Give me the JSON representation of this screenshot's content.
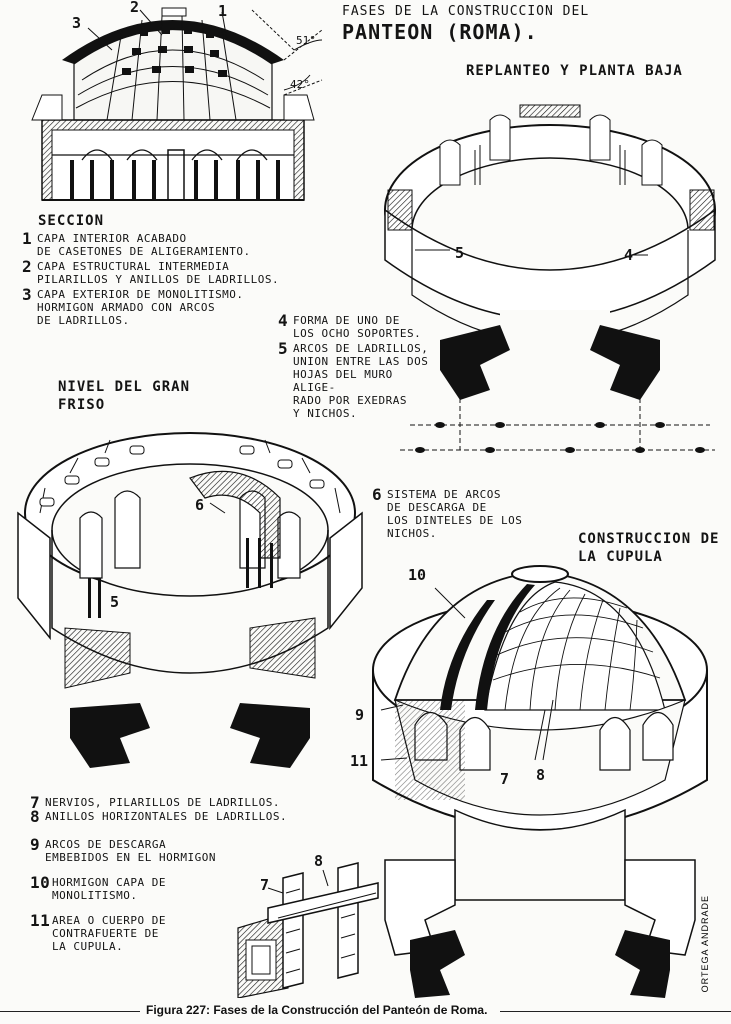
{
  "header": {
    "title_line1": "FASES DE LA CONSTRUCCION DEL",
    "title_line2": "PANTEON (ROMA)."
  },
  "section_heading": "SECCION",
  "section_angles": {
    "upper": "51°",
    "lower": "42°"
  },
  "section_markers": [
    "1",
    "2",
    "3"
  ],
  "section_legend": [
    {
      "num": "1",
      "text": "CAPA INTERIOR ACABADO\nDE CASETONES DE ALIGERAMIENTO."
    },
    {
      "num": "2",
      "text": "CAPA ESTRUCTURAL INTERMEDIA\nPILARILLOS Y ANILLOS DE LADRILLOS."
    },
    {
      "num": "3",
      "text": "CAPA EXTERIOR DE MONOLITISMO.\nHORMIGON ARMADO CON ARCOS\nDE LADRILLOS."
    }
  ],
  "plan_heading": "REPLANTEO Y PLANTA BAJA",
  "plan_markers": [
    "5",
    "4"
  ],
  "plan_legend": [
    {
      "num": "4",
      "text": "FORMA DE UNO DE\nLOS OCHO SOPORTES."
    },
    {
      "num": "5",
      "text": "ARCOS DE LADRILLOS,\nUNION ENTRE LAS DOS\nHOJAS DEL MURO ALIGE-\nRADO POR EXEDRAS\nY NICHOS."
    }
  ],
  "frieze_heading": "NIVEL DEL GRAN\nFRISO",
  "frieze_markers": [
    "6",
    "5"
  ],
  "frieze_legend": [
    {
      "num": "6",
      "text": "SISTEMA DE ARCOS\nDE DESCARGA DE\nLOS DINTELES DE LOS\nNICHOS."
    }
  ],
  "dome_heading": "CONSTRUCCION DE\nLA CUPULA",
  "dome_markers": [
    "10",
    "9",
    "11",
    "7",
    "8"
  ],
  "dome_legend": [
    {
      "num": "7",
      "text": "NERVIOS, PILARILLOS DE LADRILLOS."
    },
    {
      "num": "8",
      "text": "ANILLOS HORIZONTALES DE LADRILLOS."
    },
    {
      "num": "9",
      "text": "ARCOS DE DESCARGA\nEMBEBIDOS EN EL HORMIGON"
    },
    {
      "num": "10",
      "text": "HORMIGON CAPA DE\nMONOLITISMO."
    },
    {
      "num": "11",
      "text": "AREA O CUERPO DE\nCONTRAFUERTE DE\nLA CUPULA."
    }
  ],
  "detail_markers": [
    "7",
    "8"
  ],
  "signature": "ORTEGA ANDRADE",
  "caption": "Figura 227: Fases de la Construcción del Panteón de Roma."
}
